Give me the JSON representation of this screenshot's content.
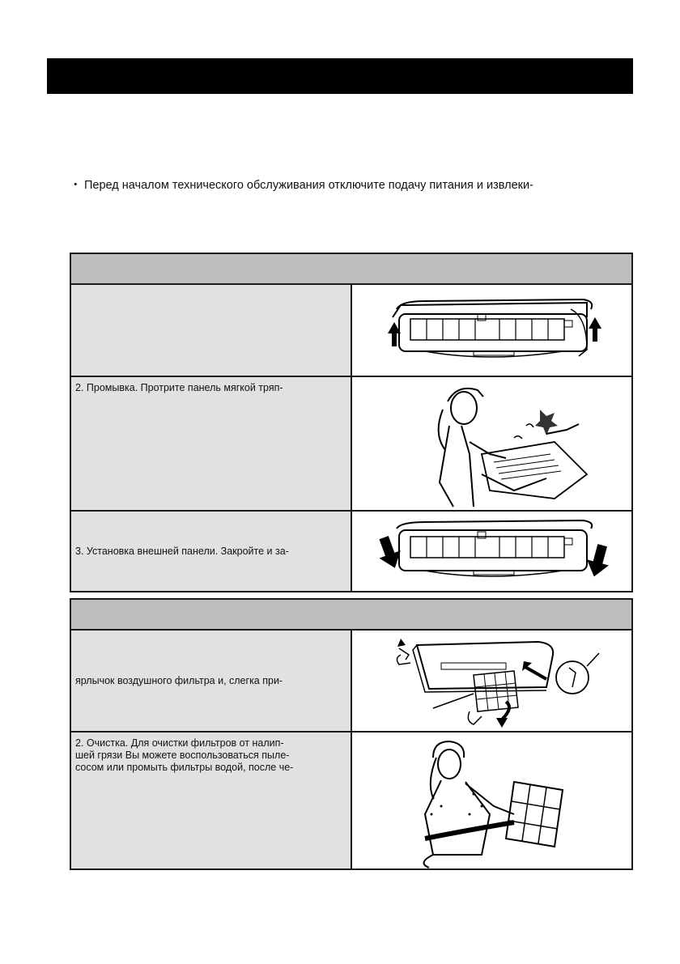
{
  "intro": {
    "bullet": "・",
    "text": "Перед началом технического обслуживания отключите подачу питания и извлеки-"
  },
  "panel_section": {
    "rows": [
      {
        "text": "",
        "illustration": "open-panel-arrows-up"
      },
      {
        "text": "2. Промывка. Протрите панель мягкой тряп-",
        "illustration": "person-washing-panel"
      },
      {
        "text": "3. Установка внешней панели. Закройте и за-",
        "illustration": "close-panel-arrows-down"
      }
    ]
  },
  "filter_section": {
    "rows": [
      {
        "text": "ярлычок воздушного фильтра и, слегка при-",
        "illustration": "remove-filter"
      },
      {
        "lines": [
          "2. Очистка. Для очистки фильтров от налип-",
          "шей грязи Вы можете воспользоваться пыле-",
          "сосом или промыть фильтры водой, после че-"
        ],
        "illustration": "person-cleaning-filter"
      }
    ]
  }
}
